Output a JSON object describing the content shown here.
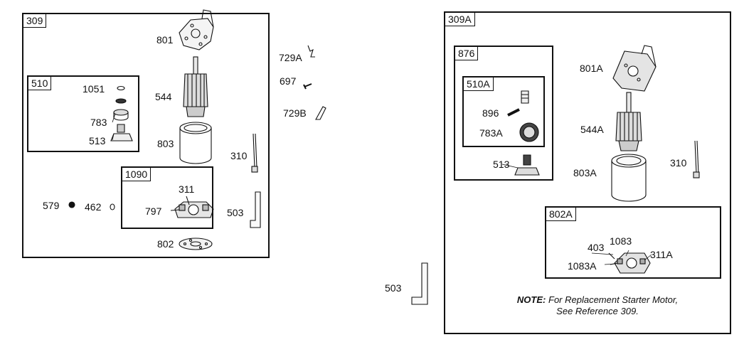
{
  "groups": {
    "g309": "309",
    "g510": "510",
    "g1090": "1090",
    "g309a": "309A",
    "g876": "876",
    "g510a": "510A",
    "g802a": "802A"
  },
  "parts": {
    "p801": "801",
    "p544": "544",
    "p1051": "1051",
    "p783": "783",
    "p513": "513",
    "p803": "803",
    "p310": "310",
    "p311": "311",
    "p579": "579",
    "p462": "462",
    "p797": "797",
    "p503": "503",
    "p802": "802",
    "p729a": "729A",
    "p697": "697",
    "p729b": "729B",
    "p503b": "503",
    "p801a": "801A",
    "p544a": "544A",
    "p896": "896",
    "p783a": "783A",
    "p513r": "513",
    "p803a": "803A",
    "p310r": "310",
    "p403": "403",
    "p1083": "1083",
    "p311a": "311A",
    "p1083a": "1083A"
  },
  "note": {
    "label": "NOTE:",
    "line1": "For Replacement Starter Motor,",
    "line2": "See Reference 309."
  }
}
